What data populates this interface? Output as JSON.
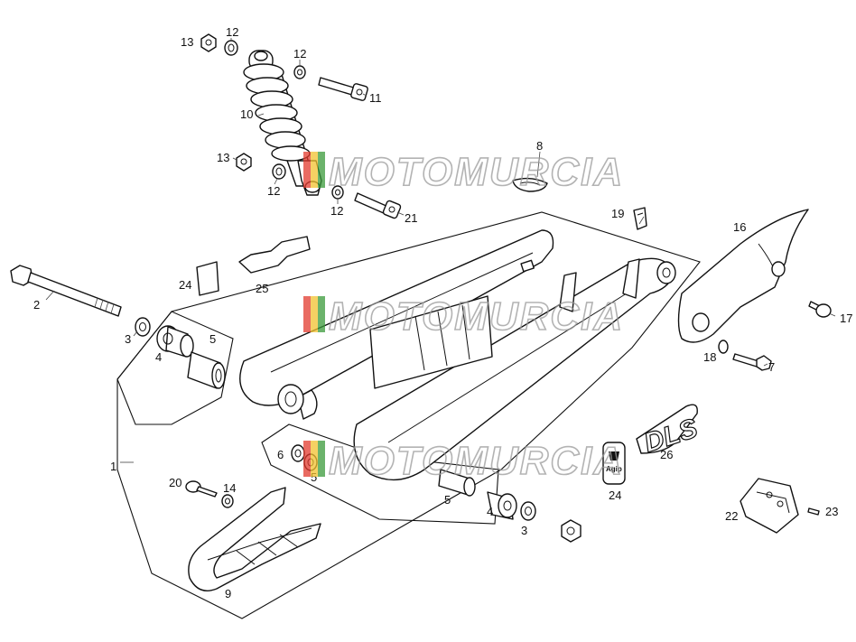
{
  "watermark": {
    "text": "MOTOMURCIA",
    "colors": [
      "#e23a2e",
      "#f2c230",
      "#3a9a3a"
    ]
  },
  "decals": {
    "agip_label": "Agip",
    "dls_label": "DLS"
  },
  "callouts": [
    {
      "id": "c-13a",
      "label": "13"
    },
    {
      "id": "c-12a",
      "label": "12"
    },
    {
      "id": "c-12b",
      "label": "12"
    },
    {
      "id": "c-11",
      "label": "11"
    },
    {
      "id": "c-10",
      "label": "10"
    },
    {
      "id": "c-8",
      "label": "8"
    },
    {
      "id": "c-13b",
      "label": "13"
    },
    {
      "id": "c-12c",
      "label": "12"
    },
    {
      "id": "c-12d",
      "label": "12"
    },
    {
      "id": "c-21",
      "label": "21"
    },
    {
      "id": "c-19",
      "label": "19"
    },
    {
      "id": "c-16",
      "label": "16"
    },
    {
      "id": "c-24a",
      "label": "24"
    },
    {
      "id": "c-25",
      "label": "25"
    },
    {
      "id": "c-2",
      "label": "2"
    },
    {
      "id": "c-3a",
      "label": "3"
    },
    {
      "id": "c-4a",
      "label": "4"
    },
    {
      "id": "c-5a",
      "label": "5"
    },
    {
      "id": "c-17",
      "label": "17"
    },
    {
      "id": "c-18",
      "label": "18"
    },
    {
      "id": "c-7",
      "label": "7"
    },
    {
      "id": "c-1",
      "label": "1"
    },
    {
      "id": "c-6",
      "label": "6"
    },
    {
      "id": "c-5b",
      "label": "5"
    },
    {
      "id": "c-26",
      "label": "26"
    },
    {
      "id": "c-24b",
      "label": "24"
    },
    {
      "id": "c-20",
      "label": "20"
    },
    {
      "id": "c-14",
      "label": "14"
    },
    {
      "id": "c-5c",
      "label": "5"
    },
    {
      "id": "c-4b",
      "label": "4"
    },
    {
      "id": "c-3b",
      "label": "3"
    },
    {
      "id": "c-22",
      "label": "22"
    },
    {
      "id": "c-23",
      "label": "23"
    },
    {
      "id": "c-9",
      "label": "9"
    }
  ]
}
